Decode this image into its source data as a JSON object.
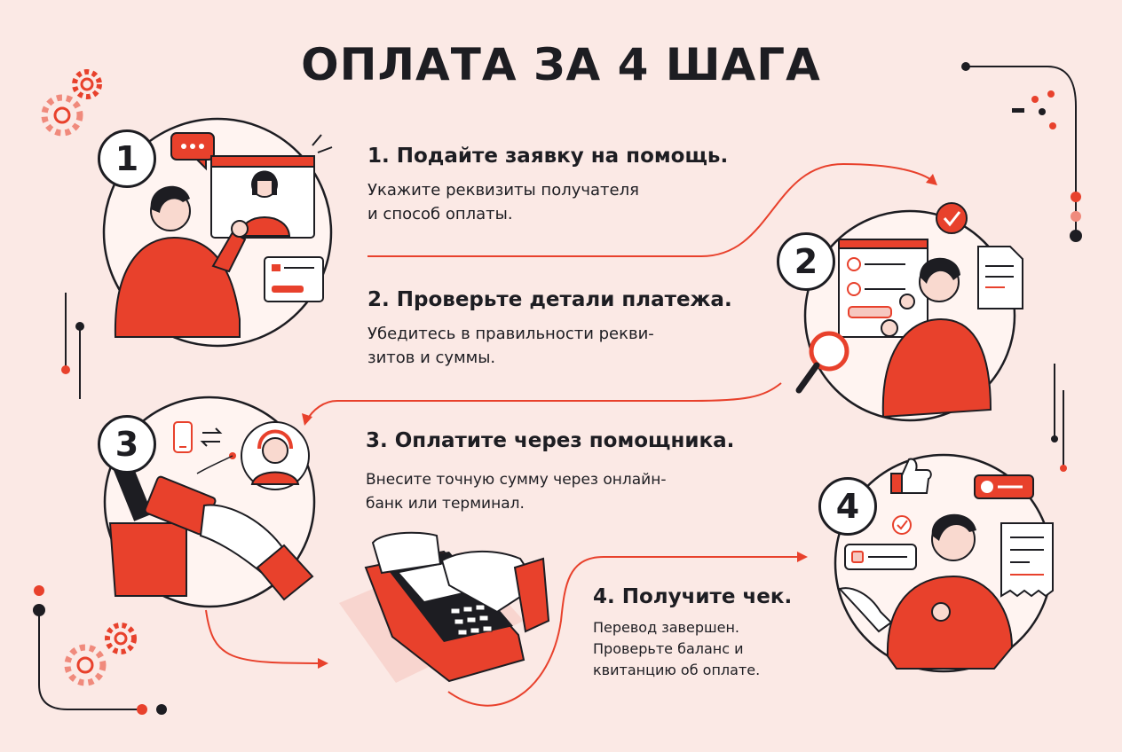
{
  "title": "ОПЛАТА ЗА 4 ШАГА",
  "colors": {
    "accent": "#e8412c",
    "dark": "#1d1d22",
    "background": "#fbe9e5",
    "pink": "#f6c8c0"
  },
  "steps": [
    {
      "number": "1",
      "heading": "1. Подайте заявку на помощь.",
      "body": [
        "Укажите реквизиты получателя",
        "и способ оплаты."
      ]
    },
    {
      "number": "2",
      "heading": "2. Проверьте детали платежа.",
      "body": [
        "Убедитесь в правильности рекви-",
        "зитов и суммы."
      ]
    },
    {
      "number": "3",
      "heading": "3. Оплатите через помощника.",
      "body": [
        "Внесите точную сумму через онлайн-",
        "банк или терминал."
      ]
    },
    {
      "number": "4",
      "heading": "4. Получите чек.",
      "body": [
        "Перевод завершен.",
        "Проверьте баланс и",
        "квитанцию об оплате."
      ]
    }
  ],
  "icons": [
    "gear-icon",
    "chat-bubble-icon",
    "checkmark-icon",
    "magnifier-icon",
    "document-icon",
    "phone-icon",
    "transfer-arrows-icon",
    "headset-agent-icon",
    "card-icon",
    "payment-terminal-icon",
    "thumbs-up-icon",
    "receipt-icon"
  ]
}
